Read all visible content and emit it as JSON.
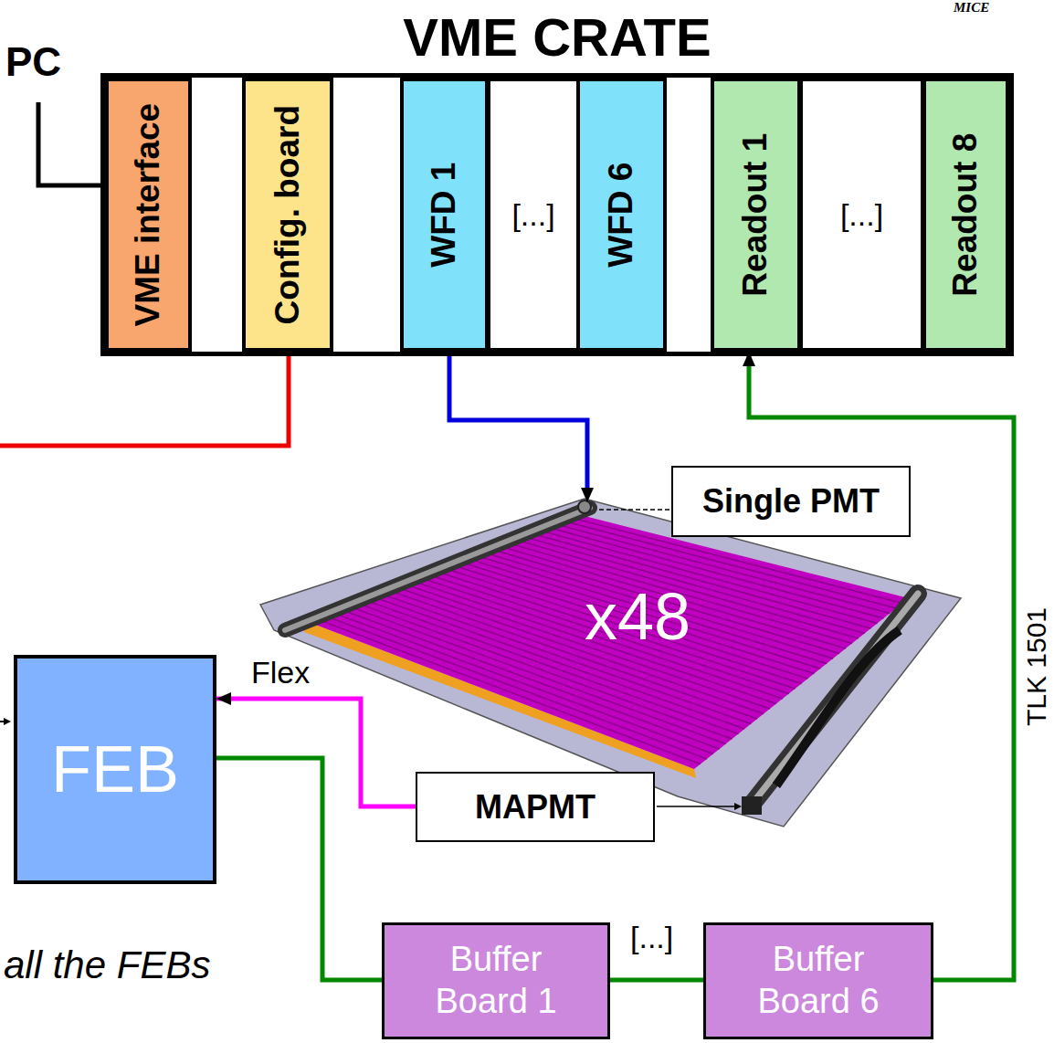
{
  "diagram": {
    "nodes": [
      {
        "text": [
          "VME CRATE"
        ]
      },
      {
        "text": [
          "VME interface"
        ],
        "in": 0
      },
      {
        "text": [
          "Config. board"
        ],
        "in": 0
      },
      {
        "text": [
          "WFD 1"
        ],
        "in": 0
      },
      {
        "text": [
          "[...]"
        ],
        "in": 0
      },
      {
        "text": [
          "WFD 6"
        ],
        "in": 0
      },
      {
        "text": [
          "Readout 1"
        ],
        "in": 0
      },
      {
        "text": [
          "[...]"
        ],
        "in": 0
      },
      {
        "text": [
          "Readout 8"
        ],
        "in": 0
      },
      {
        "text": [
          "Single PMT"
        ]
      },
      {
        "text": [
          "MAPMT"
        ]
      },
      {
        "text": [
          "FEB"
        ]
      },
      {
        "text": [
          "Buffer Board 1"
        ]
      },
      {
        "text": [
          "Buffer Board 6"
        ]
      }
    ],
    "edges": [
      {
        "from": 10,
        "to": 11,
        "arrow": "to",
        "label": "Flex"
      },
      {
        "from": 11,
        "to": 12,
        "arrow": "none"
      },
      {
        "from": 12,
        "to": 13,
        "arrow": "none"
      },
      {
        "from": 13,
        "to": 6,
        "arrow": "to"
      }
    ],
    "labels": [
      "MICE",
      "PC",
      "x48",
      "[...]",
      "TLK 1501",
      "all the FEBs"
    ]
  }
}
